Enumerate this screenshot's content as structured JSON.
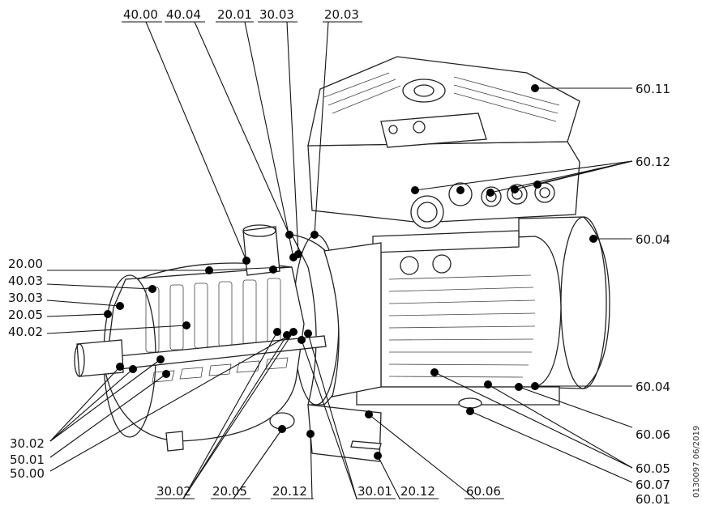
{
  "labels": {
    "top": [
      "40.00",
      "40.04",
      "20.01",
      "30.03",
      "20.03"
    ],
    "left": [
      "20.00",
      "40.03",
      "30.03",
      "20.05",
      "40.02"
    ],
    "left_bottom": [
      "30.02",
      "50.01",
      "50.00"
    ],
    "bottom": [
      "30.02",
      "20.05",
      "20.12",
      "30.01",
      "20.12",
      "60.06"
    ],
    "right": [
      "60.11",
      "60.12",
      "60.04",
      "60.04",
      "60.06",
      "60.05",
      "60.07",
      "60.01"
    ]
  },
  "drawing_code": "0130097 06/2019"
}
